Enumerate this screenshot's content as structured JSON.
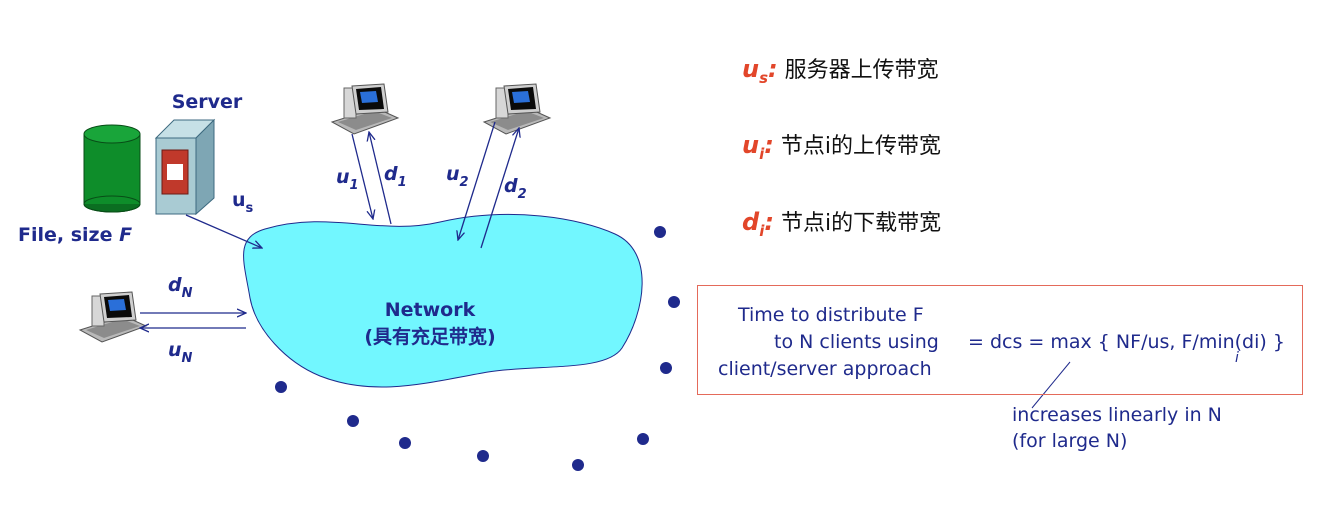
{
  "server": {
    "label": "Server",
    "file_label_prefix": "File, size ",
    "file_label_var": "F",
    "uplink_label_main": "u",
    "uplink_label_sub": "s"
  },
  "network": {
    "title": "Network",
    "subtitle": "(具有充足带宽)"
  },
  "peers": [
    {
      "up_main": "u",
      "up_sub": "1",
      "down_main": "d",
      "down_sub": "1"
    },
    {
      "up_main": "u",
      "up_sub": "2",
      "down_main": "d",
      "down_sub": "2"
    },
    {
      "up_main": "u",
      "up_sub": "N",
      "down_main": "d",
      "down_sub": "N"
    }
  ],
  "legend": [
    {
      "sym": "u",
      "sub": "s",
      "text": "服务器上传带宽"
    },
    {
      "sym": "u",
      "sub": "i",
      "text": "节点i的上传带宽"
    },
    {
      "sym": "d",
      "sub": "i",
      "text": "节点i的下载带宽"
    }
  ],
  "formula": {
    "line1": "Time to  distribute F",
    "line2": "to N clients using",
    "line3": "client/server approach",
    "equation": "= dcs = max { NF/us, F/min(di) }",
    "index": "i"
  },
  "note": {
    "line1": "increases linearly in N",
    "line2": "(for large N)"
  },
  "colors": {
    "cloud": "#72f7ff",
    "dark_blue": "#1f2a8c",
    "legend_symbol": "#e2462a",
    "box_border": "#e46a5a",
    "disk": "#0e8d2a",
    "server_body": "#a9cbd3"
  }
}
